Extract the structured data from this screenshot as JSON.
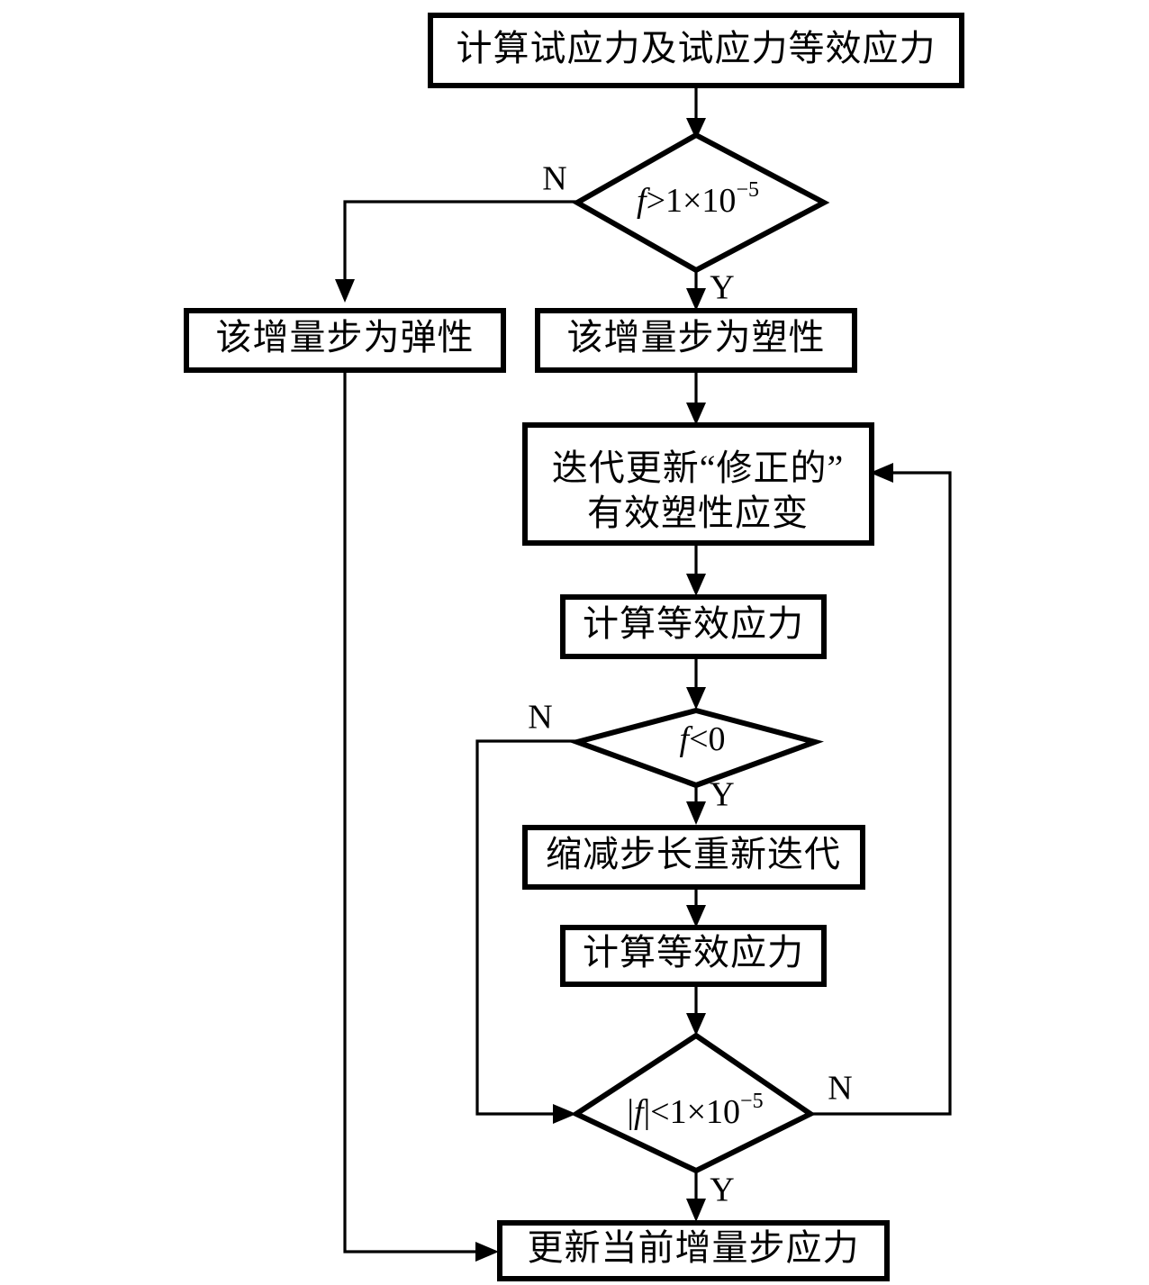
{
  "diagram": {
    "type": "flowchart",
    "title": "",
    "language": "zh-CN",
    "colors": {
      "background": "#ffffff",
      "stroke": "#000000",
      "text": "#000000"
    },
    "nodes": {
      "calc_trial_stress": {
        "shape": "process",
        "label": "计算试应力及试应力等效应力"
      },
      "decision_yield": {
        "shape": "decision",
        "label_plain": "f>1×10-5",
        "expr_var": "f",
        "expr_op": ">",
        "expr_mantissa": "1×10",
        "expr_exponent": "−5"
      },
      "step_elastic": {
        "shape": "process",
        "label": "该增量步为弹性"
      },
      "step_plastic": {
        "shape": "process",
        "label": "该增量步为塑性"
      },
      "iterate_update": {
        "shape": "process",
        "label_line1": "迭代更新“修正的”",
        "label_line2": "有效塑性应变"
      },
      "calc_eq_stress_1": {
        "shape": "process",
        "label": "计算等效应力"
      },
      "decision_f_neg": {
        "shape": "decision",
        "label_plain": "f<0",
        "expr_var": "f",
        "expr_rest": "<0"
      },
      "reduce_step": {
        "shape": "process",
        "label": "缩减步长重新迭代"
      },
      "calc_eq_stress_2": {
        "shape": "process",
        "label": "计算等效应力"
      },
      "decision_converged": {
        "shape": "decision",
        "label_plain": "|f|<1×10-5",
        "expr_prefix": "|",
        "expr_var": "f",
        "expr_mid": "|<1×10",
        "expr_exponent": "−5"
      },
      "update_stress": {
        "shape": "process",
        "label": "更新当前增量步应力"
      }
    },
    "branch_labels": {
      "yield_no": "N",
      "yield_yes": "Y",
      "f_neg_no": "N",
      "f_neg_yes": "Y",
      "converged_no": "N",
      "converged_yes": "Y"
    },
    "edges": [
      {
        "from": "calc_trial_stress",
        "to": "decision_yield",
        "label": ""
      },
      {
        "from": "decision_yield",
        "to": "step_elastic",
        "label": "N"
      },
      {
        "from": "decision_yield",
        "to": "step_plastic",
        "label": "Y"
      },
      {
        "from": "step_plastic",
        "to": "iterate_update",
        "label": ""
      },
      {
        "from": "iterate_update",
        "to": "calc_eq_stress_1",
        "label": ""
      },
      {
        "from": "calc_eq_stress_1",
        "to": "decision_f_neg",
        "label": ""
      },
      {
        "from": "decision_f_neg",
        "to": "reduce_step",
        "label": "Y"
      },
      {
        "from": "decision_f_neg",
        "to": "decision_converged",
        "label": "N"
      },
      {
        "from": "reduce_step",
        "to": "calc_eq_stress_2",
        "label": ""
      },
      {
        "from": "calc_eq_stress_2",
        "to": "decision_converged",
        "label": ""
      },
      {
        "from": "decision_converged",
        "to": "iterate_update",
        "label": "N"
      },
      {
        "from": "decision_converged",
        "to": "update_stress",
        "label": "Y"
      },
      {
        "from": "step_elastic",
        "to": "update_stress",
        "label": ""
      }
    ]
  }
}
